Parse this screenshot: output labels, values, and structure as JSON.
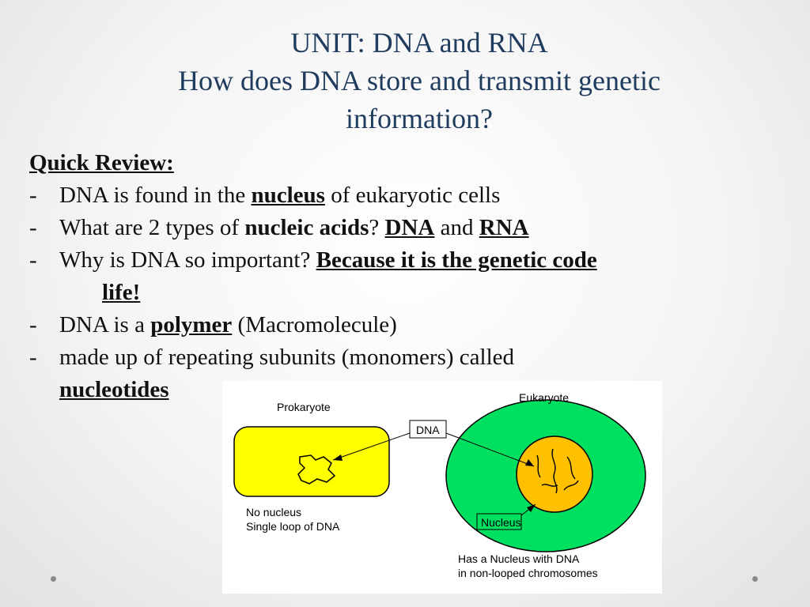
{
  "title": {
    "line1": "UNIT:  DNA and RNA",
    "line2": "How does DNA store and transmit genetic",
    "line3": "information?"
  },
  "review": {
    "heading": "Quick Review:",
    "dash": "-",
    "b1": {
      "pre": "DNA is found in the ",
      "bold": "nucleus",
      "post": " of eukaryotic cells"
    },
    "b2": {
      "pre": "What are 2 types of ",
      "bold": "nucleic acids",
      "q": "? ",
      "dna": "DNA",
      "and": " and ",
      "rna": "RNA"
    },
    "b3": {
      "pre": "Why is DNA so important? ",
      "bold": "Because it is the genetic code",
      "cont": "life!"
    },
    "b4": {
      "pre": "DNA is a ",
      "bold": "polymer",
      "post": " (Macromolecule)"
    },
    "b5": {
      "pre": "made up of repeating subunits (monomers) called",
      "cont": "nucleotides"
    }
  },
  "figure": {
    "prokaryote_label": "Prokaryote",
    "eukaryote_label": "Eukaryote",
    "dna_label": "DNA",
    "nucleus_label": "Nucleus",
    "pro_caption1": "No nucleus",
    "pro_caption2": "Single loop of DNA",
    "euk_caption1": "Has a Nucleus with DNA",
    "euk_caption2": "in non-looped chromosomes",
    "colors": {
      "cell_yellow": "#ffff00",
      "cell_green": "#00e060",
      "nucleus_orange": "#ffc000"
    }
  }
}
